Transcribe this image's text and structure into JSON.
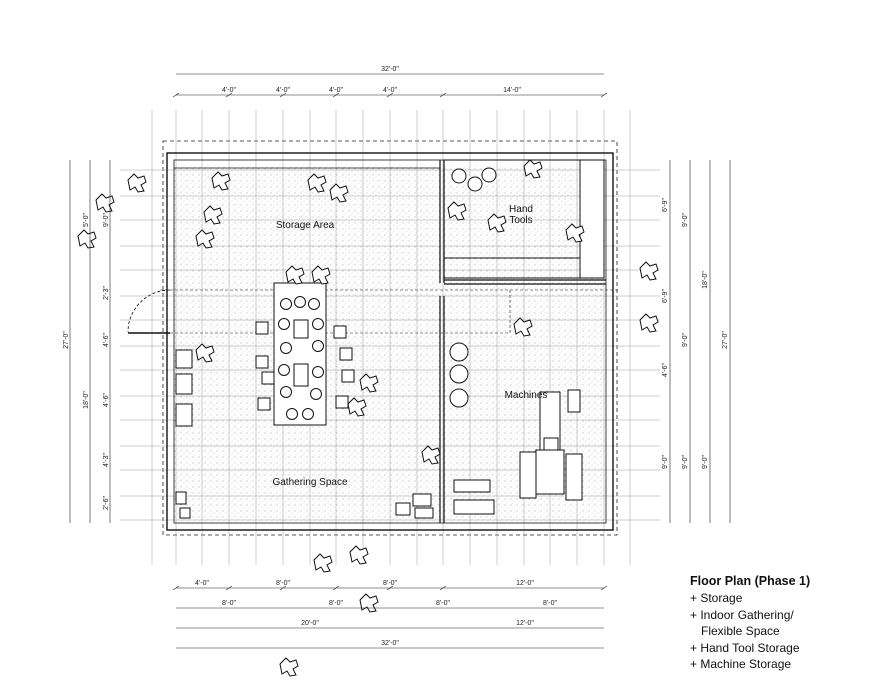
{
  "legend": {
    "title": "Floor Plan (Phase 1)",
    "items": [
      "+ Storage",
      "+ Indoor Gathering/",
      "Flexible Space",
      "+ Hand Tool Storage",
      "+ Machine Storage"
    ]
  },
  "rooms": {
    "storage": "Storage Area",
    "hand_tools_1": "Hand",
    "hand_tools_2": "Tools",
    "machines": "Machines",
    "gathering": "Gathering Space"
  },
  "dimensions": {
    "top_total": "32'-0\"",
    "top_a": "4'-0\"",
    "top_b": "4'-0\"",
    "top_c": "4'-0\"",
    "top_d": "4'-0\"",
    "top_e": "14'-0\"",
    "bot1_a": "4'-0\"",
    "bot1_b": "8'-0\"",
    "bot1_c": "8'-0\"",
    "bot1_d": "12'-0\"",
    "bot2_a": "8'-0\"",
    "bot2_b": "8'-0\"",
    "bot2_c": "8'-0\"",
    "bot2_d": "8'-0\"",
    "bot3_a": "20'-0\"",
    "bot3_b": "12'-0\"",
    "bot4": "32'-0\"",
    "left_total": "27'-0\"",
    "left_mid": "18'-0\"",
    "left_a": "9'-0\"",
    "left_b": "2'-3\"",
    "left_c": "4'-6\"",
    "left_d": "4'-6\"",
    "left_e": "4'-3\"",
    "left_f": "2'-6\"",
    "left_g": "5'-0\"",
    "right_a": "6'-9\"",
    "right_b": "6'-9\"",
    "right_c": "4'-6\"",
    "right2_a": "9'-0\"",
    "right2_b": "9'-0\"",
    "right2_c": "9'-0\"",
    "right3_a": "18'-0\"",
    "right3_b": "9'-0\"",
    "right4": "27'-0\""
  },
  "colors": {
    "ink": "#111111",
    "stipple": "#9a9a9a",
    "grid": "#bdbdbd"
  }
}
